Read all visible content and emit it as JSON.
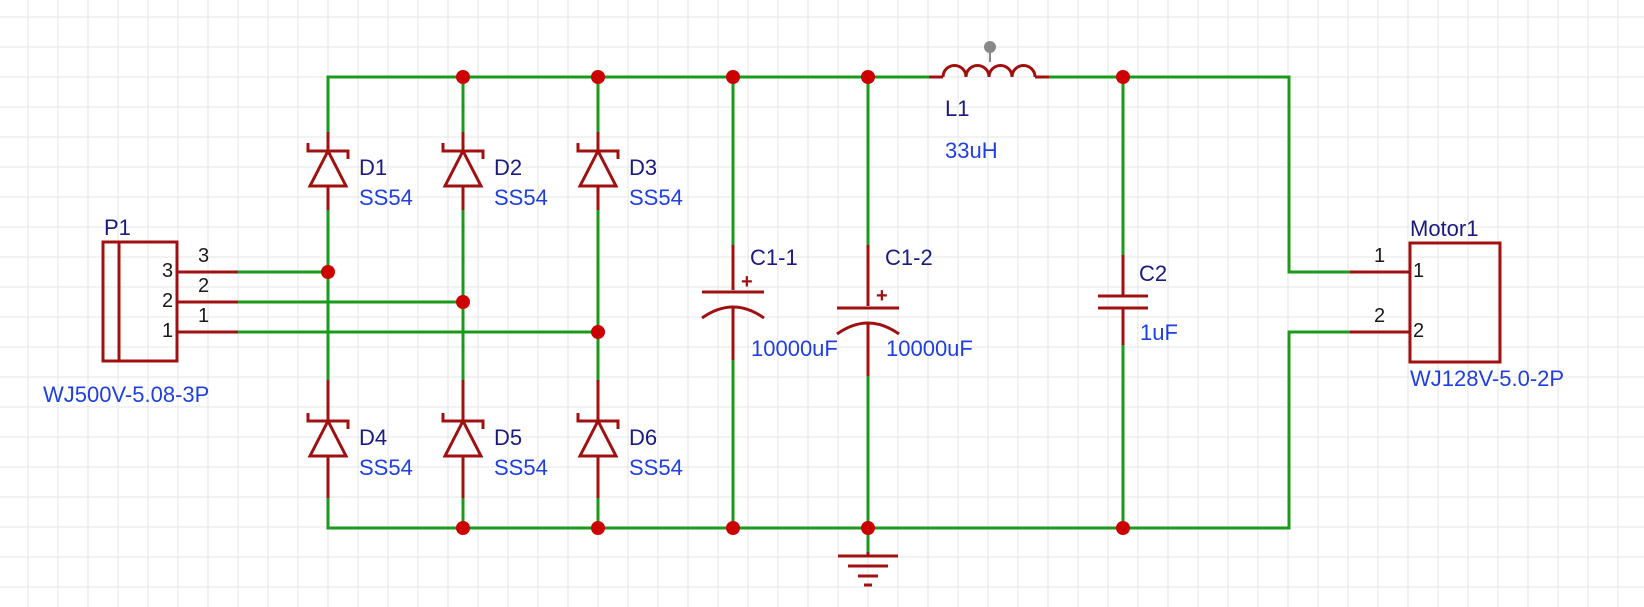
{
  "colors": {
    "wire": "#1a9a1a",
    "symbol": "#a01010",
    "junction": "#cc0000",
    "designator": "#1a1a80",
    "value": "#1f3fe0",
    "grid": "#e6e6e6"
  },
  "components": {
    "P1": {
      "designator": "P1",
      "value": "WJ500V-5.08-3P",
      "pins": [
        "3",
        "2",
        "1"
      ],
      "pin_labels": [
        "3",
        "2",
        "1"
      ]
    },
    "D1": {
      "designator": "D1",
      "value": "SS54"
    },
    "D2": {
      "designator": "D2",
      "value": "SS54"
    },
    "D3": {
      "designator": "D3",
      "value": "SS54"
    },
    "D4": {
      "designator": "D4",
      "value": "SS54"
    },
    "D5": {
      "designator": "D5",
      "value": "SS54"
    },
    "D6": {
      "designator": "D6",
      "value": "SS54"
    },
    "C1_1": {
      "designator": "C1-1",
      "value": "10000uF",
      "plus": "+"
    },
    "C1_2": {
      "designator": "C1-2",
      "value": "10000uF",
      "plus": "+"
    },
    "L1": {
      "designator": "L1",
      "value": "33uH"
    },
    "C2": {
      "designator": "C2",
      "value": "1uF"
    },
    "Motor1": {
      "designator": "Motor1",
      "value": "WJ128V-5.0-2P",
      "pins": [
        "1",
        "2"
      ],
      "pin_labels": [
        "1",
        "2"
      ]
    }
  }
}
